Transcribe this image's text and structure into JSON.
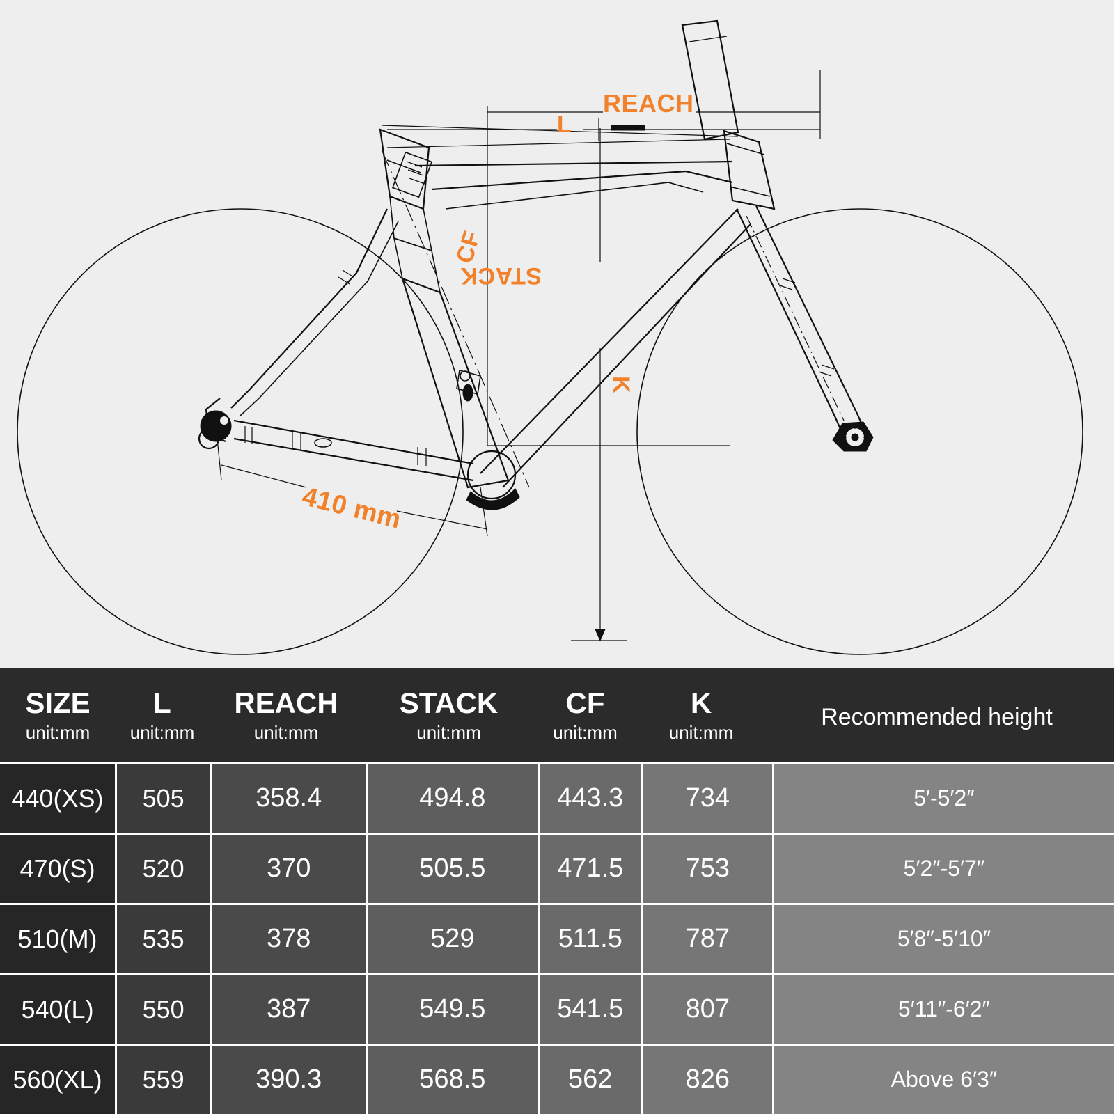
{
  "diagram": {
    "background_color": "#eeeeee",
    "accent_color": "#F2812B",
    "labels": {
      "reach": "REACH",
      "l": "L",
      "cf": "CF",
      "stack": "STACK",
      "k": "K",
      "chainstay": "410 mm"
    }
  },
  "table": {
    "header": {
      "columns": [
        {
          "title": "SIZE",
          "unit": "unit:mm"
        },
        {
          "title": "L",
          "unit": "unit:mm"
        },
        {
          "title": "REACH",
          "unit": "unit:mm"
        },
        {
          "title": "STACK",
          "unit": "unit:mm"
        },
        {
          "title": "CF",
          "unit": "unit:mm"
        },
        {
          "title": "K",
          "unit": "unit:mm"
        },
        {
          "title": "Recommended height",
          "unit": ""
        }
      ]
    },
    "rows": [
      {
        "size": "440(XS)",
        "l": "505",
        "reach": "358.4",
        "stack": "494.8",
        "cf": "443.3",
        "k": "734",
        "height": "5′-5′2″"
      },
      {
        "size": "470(S)",
        "l": "520",
        "reach": "370",
        "stack": "505.5",
        "cf": "471.5",
        "k": "753",
        "height": "5′2″-5′7″"
      },
      {
        "size": "510(M)",
        "l": "535",
        "reach": "378",
        "stack": "529",
        "cf": "511.5",
        "k": "787",
        "height": "5′8″-5′10″"
      },
      {
        "size": "540(L)",
        "l": "550",
        "reach": "387",
        "stack": "549.5",
        "cf": "541.5",
        "k": "807",
        "height": "5′11″-6′2″"
      },
      {
        "size": "560(XL)",
        "l": "559",
        "reach": "390.3",
        "stack": "568.5",
        "cf": "562",
        "k": "826",
        "height": "Above 6′3″"
      }
    ]
  }
}
